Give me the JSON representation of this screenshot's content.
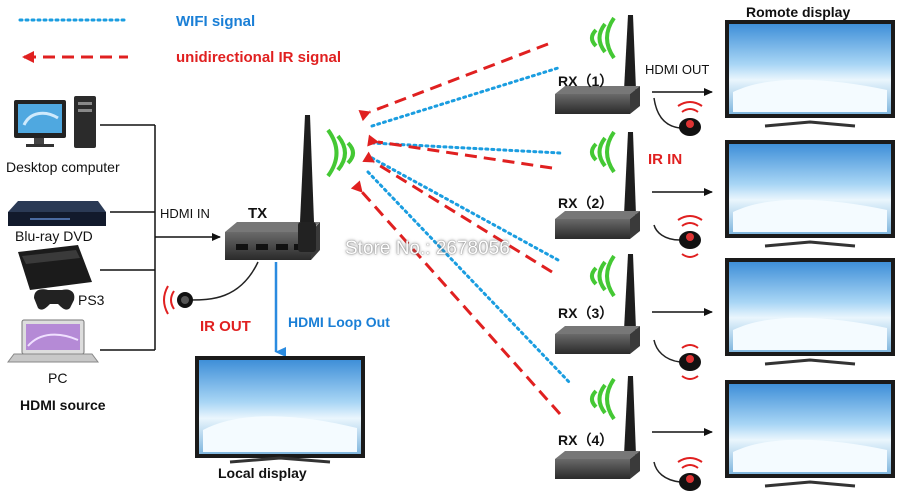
{
  "legend": {
    "wifi": "WIFI signal",
    "ir": "unidirectional IR signal",
    "wifi_color": "#1a9de0",
    "ir_color": "#e02020"
  },
  "sources": {
    "items": [
      {
        "label": "Desktop computer",
        "icon": "desktop-computer-icon"
      },
      {
        "label": "Blu-ray DVD",
        "icon": "bluray-player-icon"
      },
      {
        "label": "PS3",
        "icon": "game-console-icon"
      },
      {
        "label": "PC",
        "icon": "laptop-icon"
      }
    ],
    "title": "HDMI source"
  },
  "tx": {
    "label": "TX",
    "hdmi_in": "HDMI IN",
    "ir_out": "IR OUT",
    "loop_out": "HDMI Loop Out"
  },
  "local_display": "Local display",
  "remote_display": "Romote display",
  "rx": [
    {
      "label": "RX（1）"
    },
    {
      "label": "RX（2）"
    },
    {
      "label": "RX（3）"
    },
    {
      "label": "RX（4）"
    }
  ],
  "hdmi_out": "HDMI OUT",
  "ir_in": "IR IN",
  "watermark": "Store No.: 2678056"
}
